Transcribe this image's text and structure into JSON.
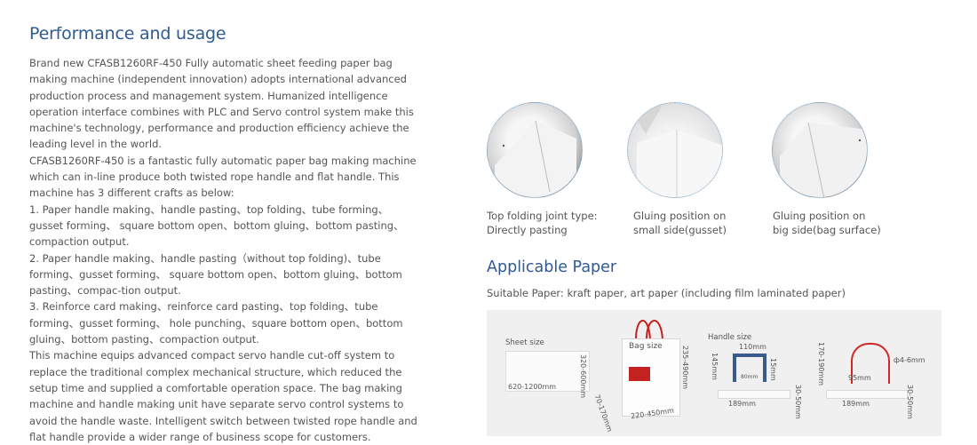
{
  "section_title": "Performance and usage",
  "paragraphs": [
    "Brand new CFASB1260RF-450 Fully automatic sheet feeding paper bag making machine (independent innovation) adopts international advanced production process and management system. Humanized intelligence operation interface combines with PLC and Servo control system make this machine's technology, performance and production efficiency achieve the leading level in the world.",
    "CFASB1260RF-450 is a fantastic fully automatic paper bag making machine which can in-line produce both twisted rope handle and flat handle. This machine has 3 different crafts as below:",
    "1. Paper handle making、handle pasting、top folding、tube forming、gusset forming、 square bottom open、bottom gluing、bottom pasting、compaction output.",
    "2. Paper handle making、handle pasting（without top folding)、tube forming、gusset forming、 square bottom open、bottom gluing、bottom pasting、compac-tion output.",
    "3. Reinforce card making、reinforce card pasting、top folding、tube forming、gusset forming、 hole punching、square bottom open、bottom gluing、bottom pasting、compaction output.",
    "This machine equips advanced compact servo handle cut-off system to replace the traditional complex mechanical structure, which reduced the setup time and supplied a comfortable operation space. The bag making machine and handle making unit have separate servo control systems to avoid the handle waste. Intelligent switch between twisted rope handle and flat handle provide a wider range of business scope for customers."
  ],
  "gluing_examples": [
    {
      "line1": "Top folding joint type:",
      "line2": "Directly pasting"
    },
    {
      "line1": "Gluing position on",
      "line2": "small side(gusset)"
    },
    {
      "line1": "Gluing position on",
      "line2": "big side(bag surface)"
    }
  ],
  "applicable_title": "Applicable Paper",
  "suitable_paper": "Suitable Paper: kraft paper, art paper (including film laminated paper)",
  "diagram": {
    "sheet_size_label": "Sheet size",
    "sheet_height": "320-600mm",
    "sheet_width": "620-1200mm",
    "bag_size_label": "Bag size",
    "bag_height": "235-490mm",
    "bag_gusset": "70-170mm",
    "bag_width": "220-450mm",
    "handle_size_label": "Handle size",
    "handle_top": "110mm",
    "handle_height": "145mm",
    "handle_leg": "15mm",
    "handle_inner": "80mm",
    "handle_base_width": "189mm",
    "handle_base_height": "30-50mm",
    "rope_height": "170-190mm",
    "rope_diameter": "ф4-6mm",
    "rope_inner": "95mm",
    "rope_base_width": "189mm",
    "rope_base_height": "30-50mm"
  }
}
